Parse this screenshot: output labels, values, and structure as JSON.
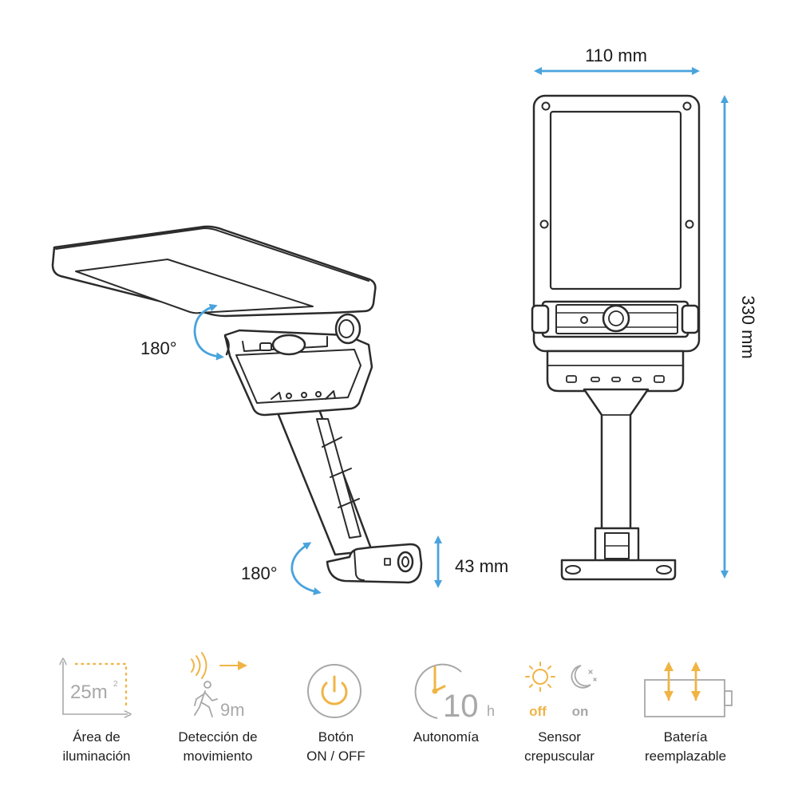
{
  "colors": {
    "outline": "#2b2b2b",
    "dimension_arrow": "#4aa3dc",
    "icon_gray": "#a8a8a8",
    "icon_accent": "#f0b445"
  },
  "dimensions": {
    "width_label": "110 mm",
    "height_label": "330 mm",
    "base_label": "43 mm",
    "rotation_top_label": "180°",
    "rotation_bottom_label": "180°"
  },
  "icons": {
    "area": {
      "value": "25m",
      "superscript": "2"
    },
    "motion": {
      "value": "9m"
    },
    "autonomy": {
      "value": "10",
      "unit": "h"
    },
    "sensor": {
      "off_label": "off",
      "on_label": "on"
    }
  },
  "features": [
    {
      "line1": "Área de",
      "line2": "iluminación"
    },
    {
      "line1": "Detección de",
      "line2": "movimiento"
    },
    {
      "line1": "Botón",
      "line2": "ON / OFF"
    },
    {
      "line1": "Autonomía",
      "line2": ""
    },
    {
      "line1": "Sensor",
      "line2": "crepuscular"
    },
    {
      "line1": "Batería",
      "line2": "reemplazable"
    }
  ]
}
